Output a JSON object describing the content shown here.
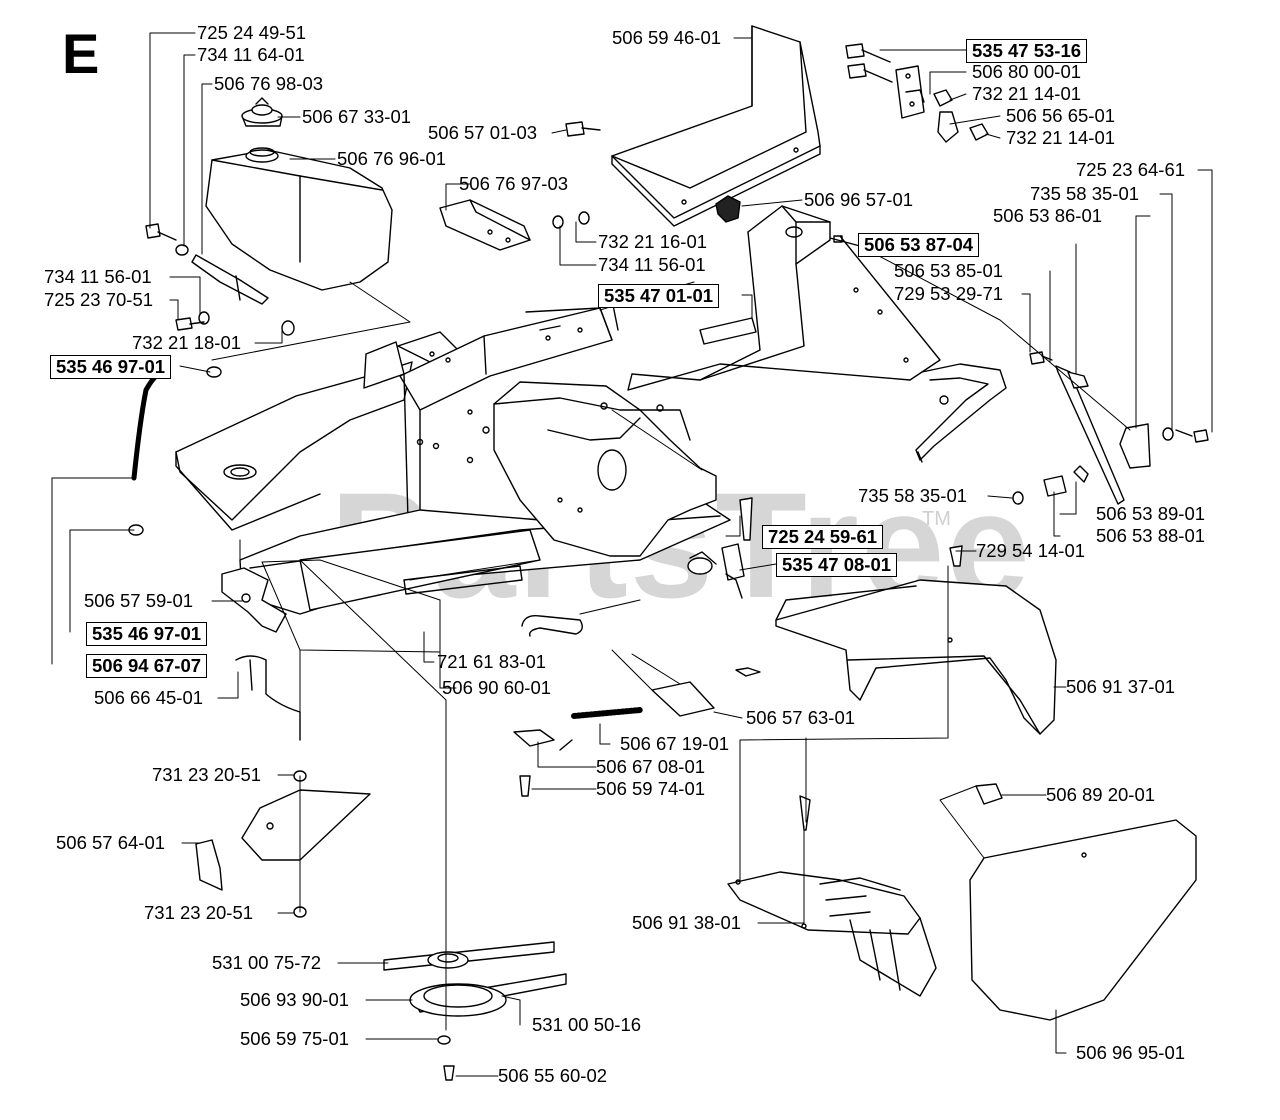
{
  "sheet": {
    "letter": "E"
  },
  "watermark": {
    "text": "PartsTree",
    "tm": "TM"
  },
  "callouts": [
    {
      "id": "c01",
      "text": "725 24 49-51",
      "boxed": false
    },
    {
      "id": "c02",
      "text": "734 11 64-01",
      "boxed": false
    },
    {
      "id": "c03",
      "text": "506 76 98-03",
      "boxed": false
    },
    {
      "id": "c04",
      "text": "506 67 33-01",
      "boxed": false
    },
    {
      "id": "c05",
      "text": "506 76 96-01",
      "boxed": false
    },
    {
      "id": "c06",
      "text": "506 59 46-01",
      "boxed": false
    },
    {
      "id": "c07",
      "text": "506 57 01-03",
      "boxed": false
    },
    {
      "id": "c08",
      "text": "535 47 53-16",
      "boxed": true
    },
    {
      "id": "c09",
      "text": "506 80 00-01",
      "boxed": false
    },
    {
      "id": "c10",
      "text": "732 21 14-01",
      "boxed": false
    },
    {
      "id": "c11",
      "text": "506 56 65-01",
      "boxed": false
    },
    {
      "id": "c12",
      "text": "732 21 14-01",
      "boxed": false
    },
    {
      "id": "c13",
      "text": "725 23 64-61",
      "boxed": false
    },
    {
      "id": "c14",
      "text": "735 58 35-01",
      "boxed": false
    },
    {
      "id": "c15",
      "text": "506 53 86-01",
      "boxed": false
    },
    {
      "id": "c16",
      "text": "506 76 97-03",
      "boxed": false
    },
    {
      "id": "c17",
      "text": "506 96 57-01",
      "boxed": false
    },
    {
      "id": "c18",
      "text": "506 53 87-04",
      "boxed": true
    },
    {
      "id": "c19",
      "text": "506 53 85-01",
      "boxed": false
    },
    {
      "id": "c20",
      "text": "729 53 29-71",
      "boxed": false
    },
    {
      "id": "c21",
      "text": "732 21 16-01",
      "boxed": false
    },
    {
      "id": "c22",
      "text": "734 11 56-01",
      "boxed": false
    },
    {
      "id": "c23",
      "text": "535 47 01-01",
      "boxed": true
    },
    {
      "id": "c24",
      "text": "734 11 56-01",
      "boxed": false
    },
    {
      "id": "c25",
      "text": "725 23 70-51",
      "boxed": false
    },
    {
      "id": "c26",
      "text": "732 21 18-01",
      "boxed": false
    },
    {
      "id": "c27",
      "text": "535 46 97-01",
      "boxed": true
    },
    {
      "id": "c28",
      "text": "735 58 35-01",
      "boxed": false
    },
    {
      "id": "c29",
      "text": "506 53 89-01",
      "boxed": false
    },
    {
      "id": "c30",
      "text": "506 53 88-01",
      "boxed": false
    },
    {
      "id": "c31",
      "text": "725 24 59-61",
      "boxed": true
    },
    {
      "id": "c32",
      "text": "729 54 14-01",
      "boxed": false
    },
    {
      "id": "c33",
      "text": "535 47 08-01",
      "boxed": true
    },
    {
      "id": "c34",
      "text": "506 57 59-01",
      "boxed": false
    },
    {
      "id": "c35",
      "text": "535 46 97-01",
      "boxed": true
    },
    {
      "id": "c36",
      "text": "506 94 67-07",
      "boxed": true
    },
    {
      "id": "c37",
      "text": "721 61 83-01",
      "boxed": false
    },
    {
      "id": "c38",
      "text": "506 90 60-01",
      "boxed": false
    },
    {
      "id": "c39",
      "text": "506 91 37-01",
      "boxed": false
    },
    {
      "id": "c40",
      "text": "506 66 45-01",
      "boxed": false
    },
    {
      "id": "c41",
      "text": "506 57 63-01",
      "boxed": false
    },
    {
      "id": "c42",
      "text": "506 67 19-01",
      "boxed": false
    },
    {
      "id": "c43",
      "text": "506 67 08-01",
      "boxed": false
    },
    {
      "id": "c44",
      "text": "506 59 74-01",
      "boxed": false
    },
    {
      "id": "c45",
      "text": "731 23 20-51",
      "boxed": false
    },
    {
      "id": "c46",
      "text": "506 89 20-01",
      "boxed": false
    },
    {
      "id": "c47",
      "text": "506 57 64-01",
      "boxed": false
    },
    {
      "id": "c48",
      "text": "731 23 20-51",
      "boxed": false
    },
    {
      "id": "c49",
      "text": "506 91 38-01",
      "boxed": false
    },
    {
      "id": "c50",
      "text": "531 00 75-72",
      "boxed": false
    },
    {
      "id": "c51",
      "text": "506 93 90-01",
      "boxed": false
    },
    {
      "id": "c52",
      "text": "531 00 50-16",
      "boxed": false
    },
    {
      "id": "c53",
      "text": "506 59 75-01",
      "boxed": false
    },
    {
      "id": "c54",
      "text": "506 96 95-01",
      "boxed": false
    },
    {
      "id": "c55",
      "text": "506 55 60-02",
      "boxed": false
    }
  ]
}
